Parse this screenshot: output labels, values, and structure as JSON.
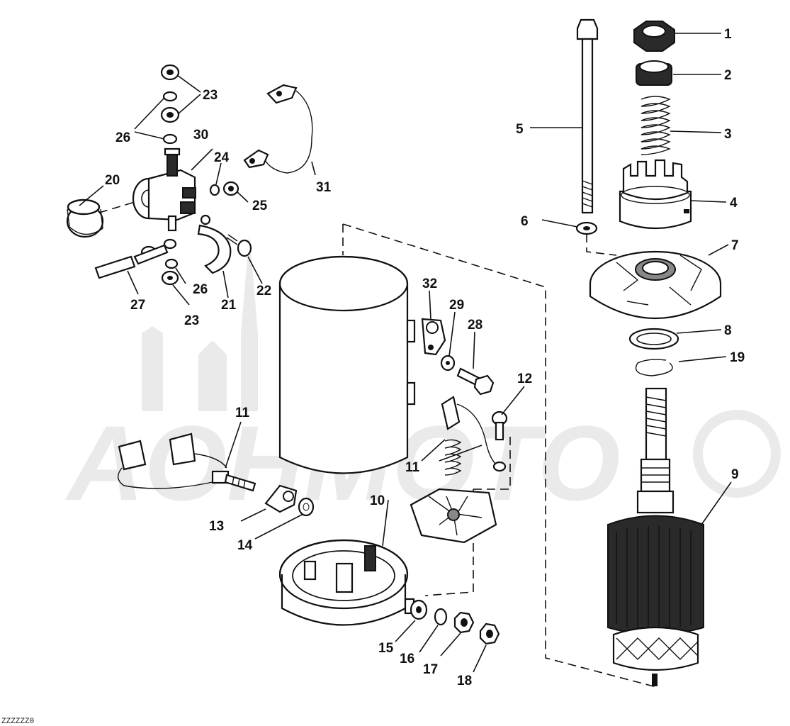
{
  "labels": {
    "p1": "1",
    "p2": "2",
    "p3": "3",
    "p4": "4",
    "p5": "5",
    "p6": "6",
    "p7": "7",
    "p8": "8",
    "p9": "9",
    "p10": "10",
    "p11a": "11",
    "p11b": "11",
    "p12": "12",
    "p13": "13",
    "p14": "14",
    "p15": "15",
    "p16": "16",
    "p17": "17",
    "p18": "18",
    "p19": "19",
    "p20": "20",
    "p21": "21",
    "p22": "22",
    "p23a": "23",
    "p23b": "23",
    "p24": "24",
    "p25": "25",
    "p26a": "26",
    "p26b": "26",
    "p27": "27",
    "p28": "28",
    "p29": "29",
    "p30": "30",
    "p31": "31",
    "p32": "32"
  },
  "watermark": {
    "text": "AOHMOTO"
  },
  "corner_code": "ZZZZZZ0"
}
